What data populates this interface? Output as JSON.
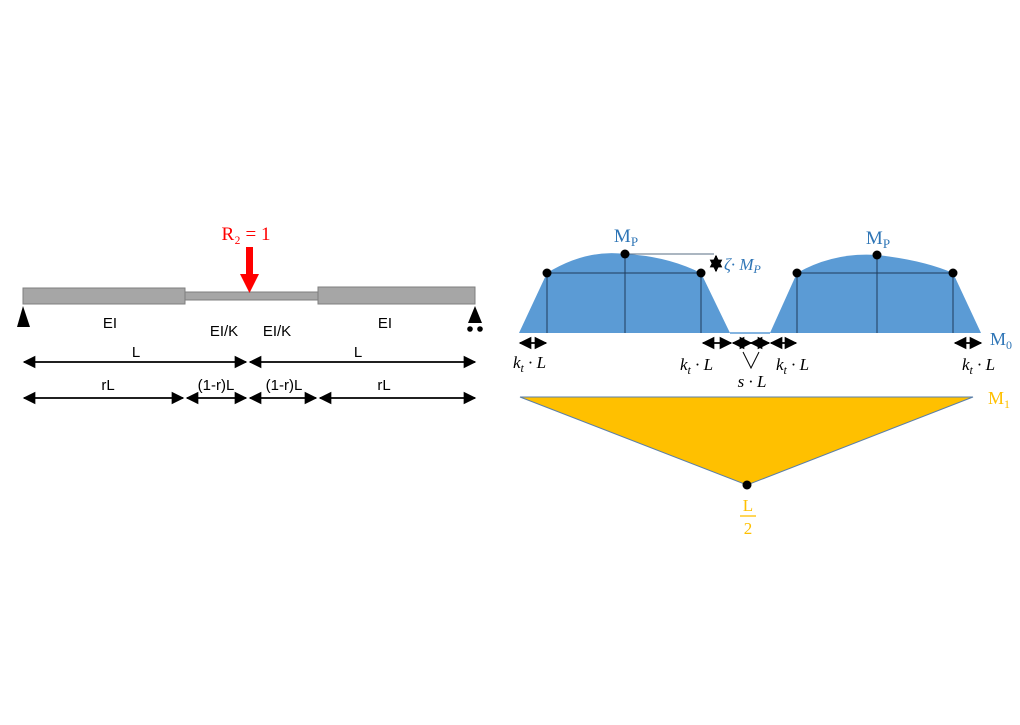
{
  "colors": {
    "beam": "#a6a6a6",
    "beam_stroke": "#7f7f7f",
    "load": "#ff0000",
    "m0_fill": "#5b9bd5",
    "m0_text": "#2e75b6",
    "m1_fill": "#ffc000",
    "m1_text": "#ffc000"
  },
  "beam": {
    "load_label": "R₂ = 1",
    "section_labels": [
      "EI",
      "EI/K",
      "EI/K",
      "EI"
    ],
    "span_labels": [
      "L",
      "L"
    ],
    "sub_span_labels": [
      "rL",
      "(1-r)L",
      "(1-r)L",
      "rL"
    ],
    "left_support_icon": "pin-support-icon",
    "right_support_icon": "roller-support-icon"
  },
  "m0_diagram": {
    "series_label": "M₀",
    "peak_labels": [
      "MP",
      "MP"
    ],
    "zeta_label": "ζ· MP",
    "kt_labels": [
      "kt · L",
      "kt · L",
      "kt · L",
      "kt · L"
    ],
    "s_label": "s · L"
  },
  "m1_diagram": {
    "series_label": "M₁",
    "apex_label_num": "L",
    "apex_label_den": "2"
  }
}
